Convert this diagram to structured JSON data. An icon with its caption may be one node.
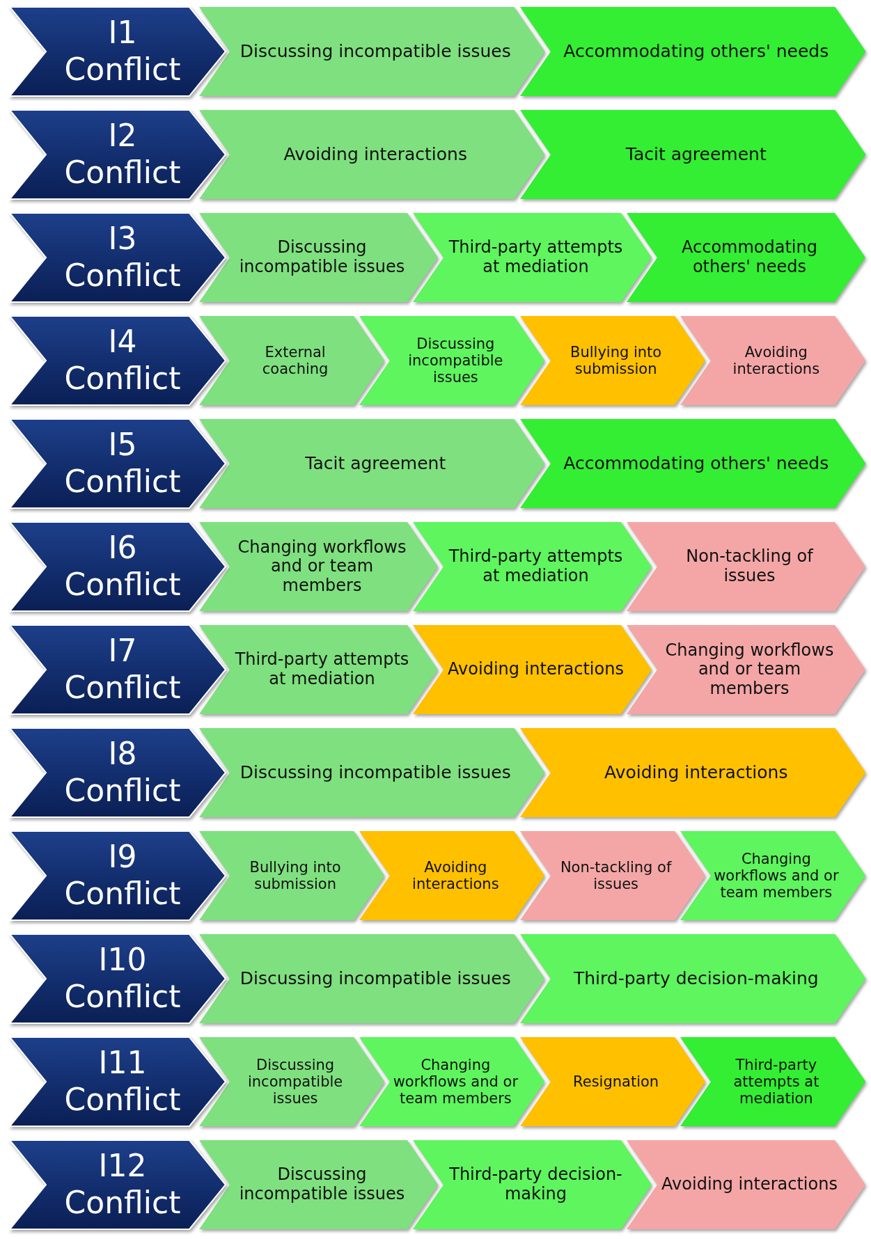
{
  "diagram": {
    "nodes": [
      {
        "text": [
          "I1",
          "Conflict"
        ]
      },
      {
        "text": [
          "Discussing incompatible issues"
        ]
      },
      {
        "text": [
          "Accommodating others' needs"
        ]
      },
      {
        "text": [
          "I2",
          "Conflict"
        ]
      },
      {
        "text": [
          "Avoiding interactions"
        ]
      },
      {
        "text": [
          "Tacit agreement"
        ]
      },
      {
        "text": [
          "I3",
          "Conflict"
        ]
      },
      {
        "text": [
          "Discussing incompatible issues"
        ]
      },
      {
        "text": [
          "Third-party attempts at mediation"
        ]
      },
      {
        "text": [
          "Accommodating others' needs"
        ]
      },
      {
        "text": [
          "I4",
          "Conflict"
        ]
      },
      {
        "text": [
          "External coaching"
        ]
      },
      {
        "text": [
          "Discussing incompatible issues"
        ]
      },
      {
        "text": [
          "Bullying into submission"
        ]
      },
      {
        "text": [
          "Avoiding interactions"
        ]
      },
      {
        "text": [
          "I5",
          "Conflict"
        ]
      },
      {
        "text": [
          "Tacit agreement"
        ]
      },
      {
        "text": [
          "Accommodating others' needs"
        ]
      },
      {
        "text": [
          "I6",
          "Conflict"
        ]
      },
      {
        "text": [
          "Changing workflows and or team members"
        ]
      },
      {
        "text": [
          "Third-party attempts at mediation"
        ]
      },
      {
        "text": [
          "Non-tackling of issues"
        ]
      },
      {
        "text": [
          "I7",
          "Conflict"
        ]
      },
      {
        "text": [
          "Third-party attempts at mediation"
        ]
      },
      {
        "text": [
          "Avoiding interactions"
        ]
      },
      {
        "text": [
          "Changing workflows and or team members"
        ]
      },
      {
        "text": [
          "I8",
          "Conflict"
        ]
      },
      {
        "text": [
          "Discussing incompatible issues"
        ]
      },
      {
        "text": [
          "Avoiding interactions"
        ]
      },
      {
        "text": [
          "I9",
          "Conflict"
        ]
      },
      {
        "text": [
          "Bullying into submission"
        ]
      },
      {
        "text": [
          "Avoiding interactions"
        ]
      },
      {
        "text": [
          "Non-tackling of issues"
        ]
      },
      {
        "text": [
          "Changing workflows and or team members"
        ]
      },
      {
        "text": [
          "I10",
          "Conflict"
        ]
      },
      {
        "text": [
          "Discussing incompatible issues"
        ]
      },
      {
        "text": [
          "Third-party decision-making"
        ]
      },
      {
        "text": [
          "I11",
          "Conflict"
        ]
      },
      {
        "text": [
          "Discussing incompatible issues"
        ]
      },
      {
        "text": [
          "Changing workflows and or team members"
        ]
      },
      {
        "text": [
          "Resignation"
        ]
      },
      {
        "text": [
          "Third-party attempts at mediation"
        ]
      },
      {
        "text": [
          "I12",
          "Conflict"
        ]
      },
      {
        "text": [
          "Discussing incompatible issues"
        ]
      },
      {
        "text": [
          "Third-party decision-making"
        ]
      },
      {
        "text": [
          "Avoiding interactions"
        ]
      }
    ]
  }
}
